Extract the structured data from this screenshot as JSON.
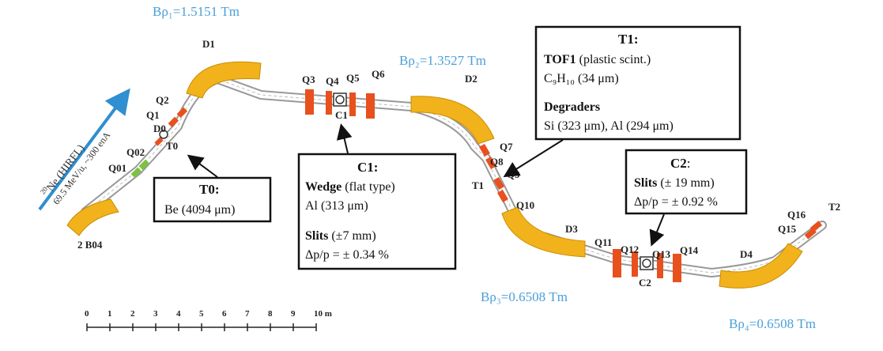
{
  "beam": {
    "line1": "Ne (HIRFL)",
    "line1_sup": "20",
    "line2": "69.5 MeV/u, ~300 enA"
  },
  "magnet_rigidities": {
    "brho1": "Bρ₁=1.5151 Tm",
    "brho2": "Bρ₂=1.3527 Tm",
    "brho3": "Bρ₃=0.6508 Tm",
    "brho4": "Bρ₄=0.6508 Tm"
  },
  "element_labels": {
    "D0": "D0",
    "D1": "D1",
    "D2": "D2",
    "D3": "D3",
    "D4": "D4",
    "Q01": "Q01",
    "Q02": "Q02",
    "Q1": "Q1",
    "Q2": "Q2",
    "Q3": "Q3",
    "Q4": "Q4",
    "Q5": "Q5",
    "Q6": "Q6",
    "Q7": "Q7",
    "Q8": "Q8",
    "Q9": "Q9",
    "Q10": "Q10",
    "Q11": "Q11",
    "Q12": "Q12",
    "Q13": "Q13",
    "Q14": "Q14",
    "Q15": "Q15",
    "Q16": "Q16",
    "T0": "T0",
    "T1": "T1",
    "T2": "T2",
    "C1": "C1",
    "C2": "C2",
    "B04": "2 B04"
  },
  "boxes": {
    "t0": {
      "title": "T0:",
      "line1": "Be (4094 μm)"
    },
    "c1": {
      "title": "C1:",
      "wedge_bold": "Wedge",
      "wedge_rest": " (flat type)",
      "line2": "Al (313 μm)",
      "slits_bold": "Slits",
      "slits_rest": " (±7 mm)",
      "line4": "Δp/p = ± 0.34 %"
    },
    "t1": {
      "title": "T1:",
      "tof_bold": "TOF1",
      "tof_rest": " (plastic scint.)",
      "line2": "C₉H₁₀ (34 μm)",
      "degraders": "Degraders",
      "line4": "Si (323 μm), Al (294 μm)"
    },
    "c2": {
      "title": "C2",
      "title_suffix": ":",
      "slits_bold": "Slits",
      "slits_rest": " (± 19 mm)",
      "line2": "Δp/p = ± 0.92 %"
    }
  },
  "scale": {
    "ticks": [
      "0",
      "1",
      "2",
      "3",
      "4",
      "5",
      "6",
      "7",
      "8",
      "9",
      "10 m"
    ]
  },
  "colors": {
    "dipole": "#f2b21c",
    "quad": "#e8501e",
    "quad_green": "#7cc241",
    "brho_text": "#4a9fd8",
    "beam_arrow": "#2f8fd0"
  }
}
